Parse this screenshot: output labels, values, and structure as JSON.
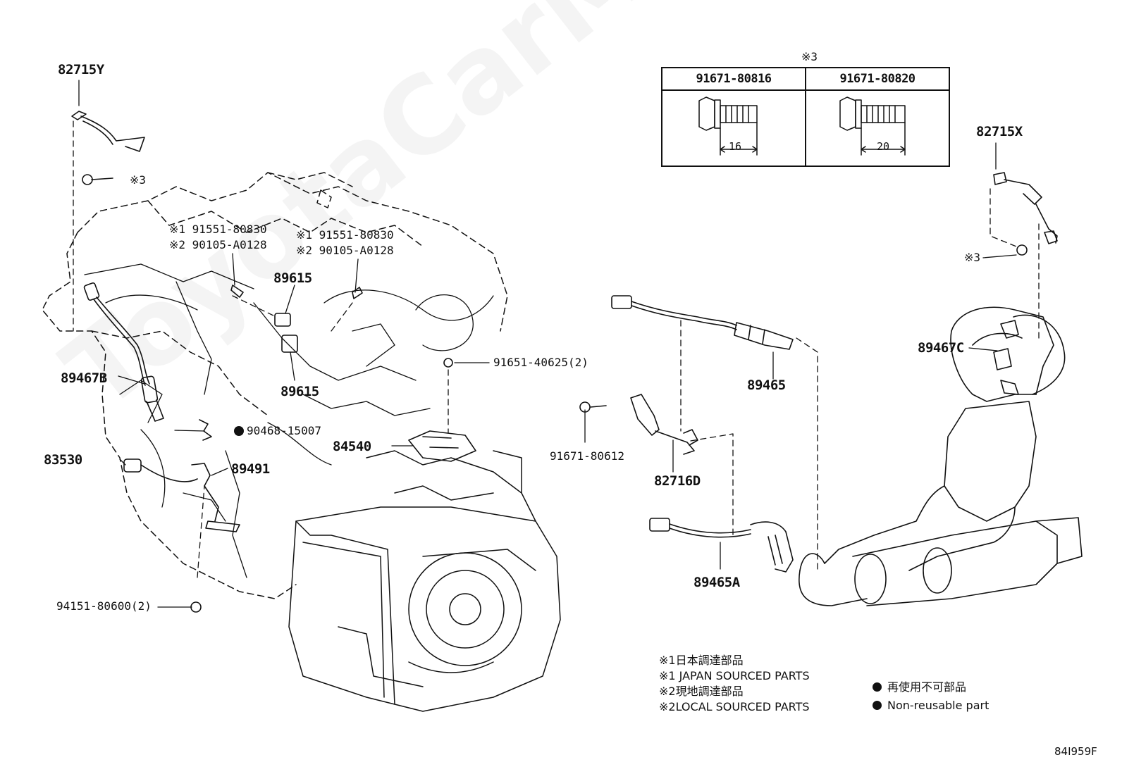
{
  "watermark": "ToyotaCarMine.ru",
  "bolt_table": {
    "mark": "※3",
    "columns": [
      "91671-80816",
      "91671-80820"
    ],
    "lengths": [
      "16",
      "20"
    ]
  },
  "labels": {
    "p82715Y": "82715Y",
    "mark3_left": "※3",
    "p91551_1_a": "※1 91551-80830",
    "p90105_1_a": "※2 90105-A0128",
    "p91551_1_b": "※1 91551-80830",
    "p90105_1_b": "※2 90105-A0128",
    "p89615_top": "89615",
    "p89615_bot": "89615",
    "p89467B": "89467B",
    "p91651": "91651-40625(2)",
    "p90468": "90468-15007",
    "p84540": "84540",
    "p83530": "83530",
    "p89491": "89491",
    "p94151": "94151-80600(2)",
    "p82715X": "82715X",
    "mark3_right": "※3",
    "p89467C": "89467C",
    "p89465": "89465",
    "p91671_80612": "91671-80612",
    "p82716D": "82716D",
    "p89465A": "89465A"
  },
  "notes": {
    "n1_jp": "※1日本調達部品",
    "n1_en": "※1 JAPAN SOURCED PARTS",
    "n2_jp": "※2現地調達部品",
    "n2_en": "※2LOCAL SOURCED PARTS",
    "nonreuse_jp": "再使用不可部品",
    "nonreuse_en": "Non-reusable part"
  },
  "diagram_code": "84I959F"
}
